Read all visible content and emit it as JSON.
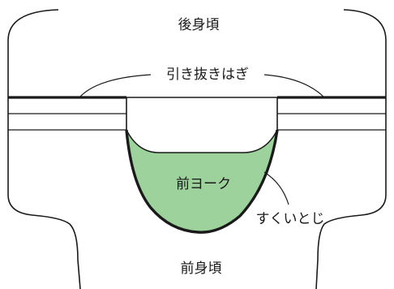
{
  "labels": {
    "back_body": "後身頃",
    "bind_off_seam": "引き抜きはぎ",
    "front_yoke": "前ヨーク",
    "ladder_stitch": "すくいとじ",
    "front_body": "前身頃"
  },
  "colors": {
    "outline": "#1a1a1a",
    "yoke_fill": "#9dd29d",
    "background": "#ffffff"
  }
}
